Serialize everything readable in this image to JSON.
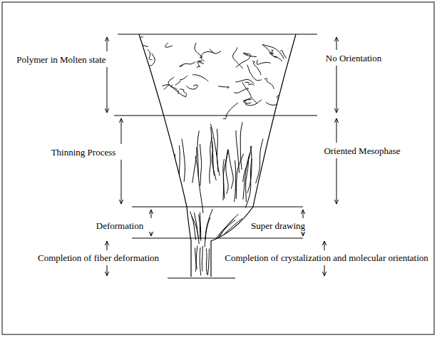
{
  "diagram": {
    "labels": [
      "Polymer in Molten state",
      "No Orientation",
      "Thinning Process",
      "Oriented Mesophase",
      "Deformation",
      "Super drawing",
      "Completion of fiber deformation",
      "Completion of crystalization and molecular orientation"
    ]
  }
}
